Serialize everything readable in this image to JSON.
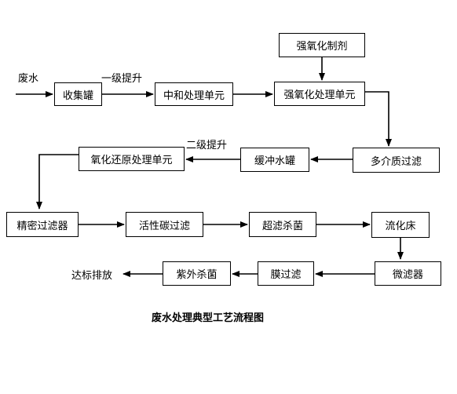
{
  "diagram": {
    "title": "废水处理典型工艺流程图",
    "input_label": "废水",
    "edge_labels": {
      "first_lift": "一级提升",
      "second_lift": "二级提升"
    },
    "output_label": "达标排放",
    "nodes": {
      "oxidant": "强氧化制剂",
      "collection_tank": "收集罐",
      "neutralization_unit": "中和处理单元",
      "strong_oxidation_unit": "强氧化处理单元",
      "multimedia_filter": "多介质过滤",
      "buffer_tank": "缓冲水罐",
      "redox_unit": "氧化还原处理单元",
      "precision_filter": "精密过滤器",
      "activated_carbon_filter": "活性碳过滤",
      "ultrafiltration_sterilization": "超滤杀菌",
      "fluidized_bed": "流化床",
      "micro_filter": "微滤器",
      "membrane_filter": "膜过滤",
      "uv_sterilization": "紫外杀菌"
    }
  }
}
